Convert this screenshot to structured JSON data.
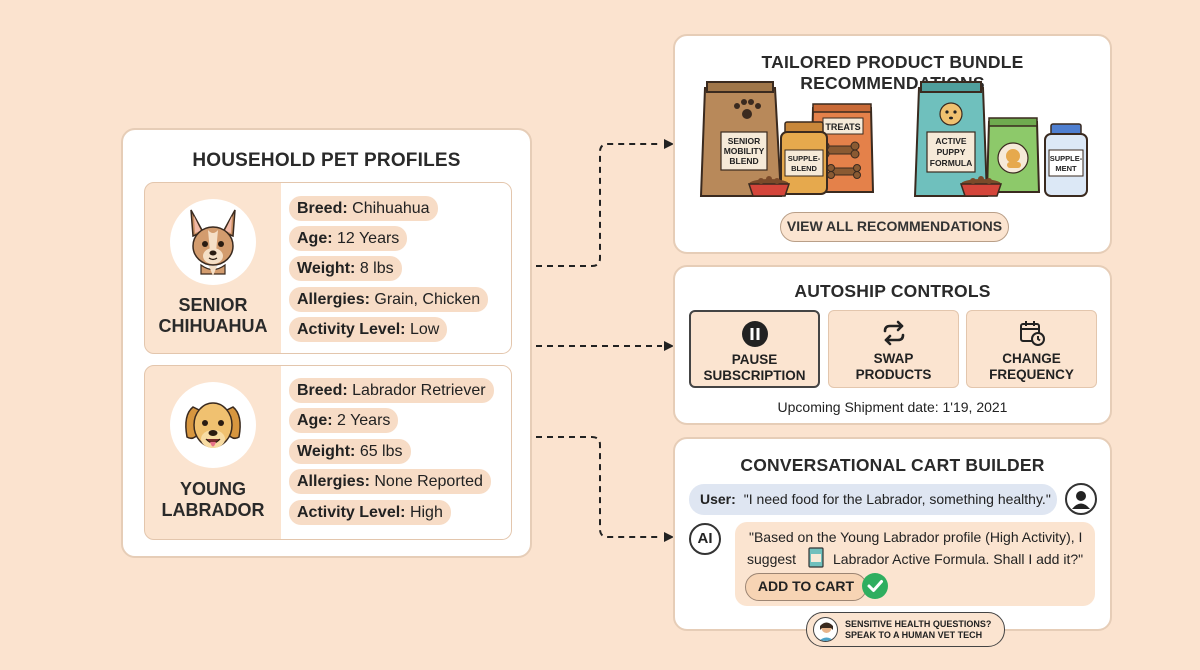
{
  "household": {
    "title": "HOUSEHOLD PET PROFILES",
    "pets": [
      {
        "name_line1": "SENIOR",
        "name_line2": "CHIHUAHUA",
        "avatar_icon": "chihuahua-face-icon",
        "attrs": [
          {
            "label": "Breed:",
            "value": "Chihuahua"
          },
          {
            "label": "Age:",
            "value": "12 Years"
          },
          {
            "label": "Weight:",
            "value": "8 lbs"
          },
          {
            "label": "Allergies:",
            "value": "Grain, Chicken"
          },
          {
            "label": "Activity Level:",
            "value": "Low"
          }
        ]
      },
      {
        "name_line1": "YOUNG",
        "name_line2": "LABRADOR",
        "avatar_icon": "labrador-face-icon",
        "attrs": [
          {
            "label": "Breed:",
            "value": "Labrador Retriever"
          },
          {
            "label": "Age:",
            "value": "2 Years"
          },
          {
            "label": "Weight:",
            "value": "65 lbs"
          },
          {
            "label": "Allergies:",
            "value": "None Reported"
          },
          {
            "label": "Activity Level:",
            "value": "High"
          }
        ]
      }
    ]
  },
  "bundles": {
    "title": "TAILORED PRODUCT BUNDLE RECOMMENDATIONS",
    "senior": {
      "bag": [
        "SENIOR",
        "MOBILITY",
        "BLEND"
      ],
      "jar": [
        "SUPPLE-",
        "BLEND"
      ],
      "treats": "TREATS"
    },
    "puppy": {
      "bag": [
        "ACTIVE",
        "PUPPY",
        "FORMULA"
      ],
      "bottle": [
        "SUPPLE-",
        "MENT"
      ]
    },
    "view_all": "VIEW ALL RECOMMENDATIONS"
  },
  "autoship": {
    "title": "AUTOSHIP CONTROLS",
    "controls": [
      {
        "line1": "PAUSE",
        "line2": "SUBSCRIPTION",
        "icon": "pause-icon"
      },
      {
        "line1": "SWAP",
        "line2": "PRODUCTS",
        "icon": "swap-icon"
      },
      {
        "line1": "CHANGE",
        "line2": "FREQUENCY",
        "icon": "calendar-clock-icon"
      }
    ],
    "upcoming": "Upcoming Shipment date: 1'19, 2021"
  },
  "cart": {
    "title": "CONVERSATIONAL CART BUILDER",
    "user_label": "User:",
    "user_message": "\"I need food for the Labrador, something healthy.\"",
    "ai_label": "AI",
    "ai_line1": "\"Based on the Young Labrador profile (High Activity), I",
    "ai_line2a": "suggest",
    "ai_line2b": "Labrador Active Formula. Shall I add it?\"",
    "add_button": "ADD TO CART"
  },
  "vet": {
    "line1": "SENSITIVE HEALTH QUESTIONS?",
    "line2": "SPEAK TO A HUMAN VET TECH"
  },
  "colors": {
    "background": "#fbe3cf",
    "panel_tint": "#fbe4d0",
    "pill": "#f7dcc6",
    "user_bubble": "#dfe6f2",
    "check_green": "#2fae5f"
  }
}
